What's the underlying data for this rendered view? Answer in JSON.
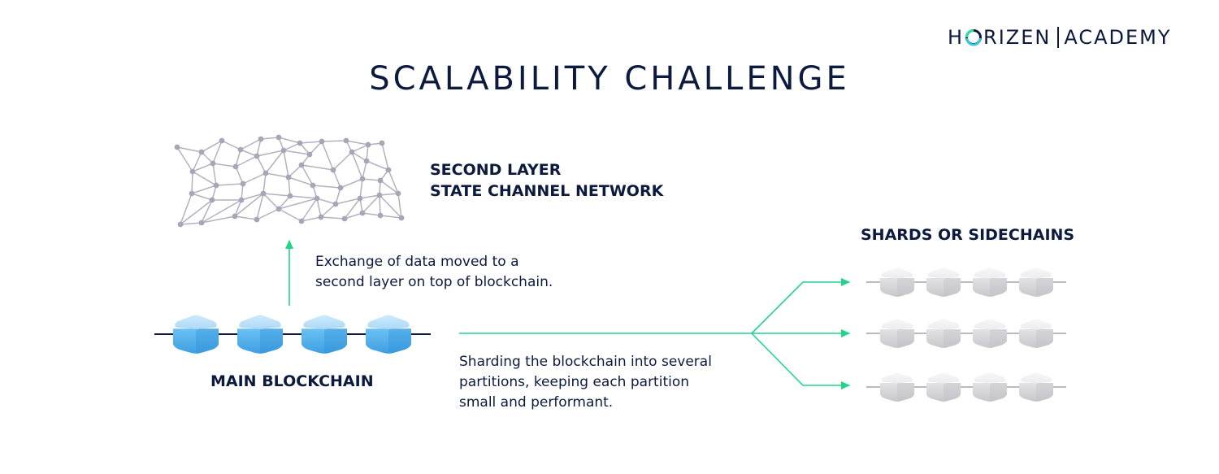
{
  "brand": {
    "logo_left": "H",
    "logo_mid": "RIZEN",
    "logo_right": "ACADEMY"
  },
  "title": "SCALABILITY CHALLENGE",
  "second_layer": {
    "line1": "SECOND LAYER",
    "line2": "STATE CHANNEL NETWORK"
  },
  "exchange_note": {
    "line1": "Exchange of data moved to a",
    "line2": "second layer on top of blockchain."
  },
  "main_blockchain": {
    "label": "MAIN BLOCKCHAIN",
    "block_count": 4
  },
  "sharding_note": {
    "line1": "Sharding the blockchain into several",
    "line2": "partitions, keeping each partition",
    "line3": "small and performant."
  },
  "shards": {
    "label": "SHARDS OR SIDECHAINS",
    "rows": 3,
    "blocks_per_row": 4
  },
  "colors": {
    "navy": "#0c1a3e",
    "arrow_green": "#22d48a",
    "network_gray": "#a8a6b6",
    "blue_block": "#5fb8ef",
    "gray_block": "#d9d9dc"
  }
}
